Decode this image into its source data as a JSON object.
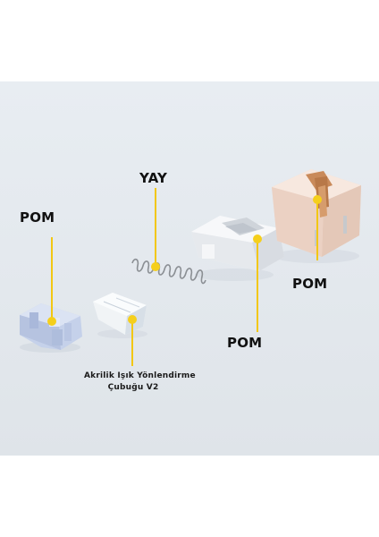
{
  "labels": {
    "pom_left": "POM",
    "yay": "YAY",
    "pom_right": "POM",
    "pom_bottom": "POM",
    "acrylic_line1": "Akrilik Işık Yönlendirme",
    "acrylic_line2": "Çubuğu V2"
  },
  "colors": {
    "background": "#e4e9ee",
    "pointer": "#f2c713",
    "stem": "#c9d4ea",
    "housing": "#f3f4f6",
    "bottom_housing": "#f3ddd0",
    "copper": "#c98a5a"
  }
}
